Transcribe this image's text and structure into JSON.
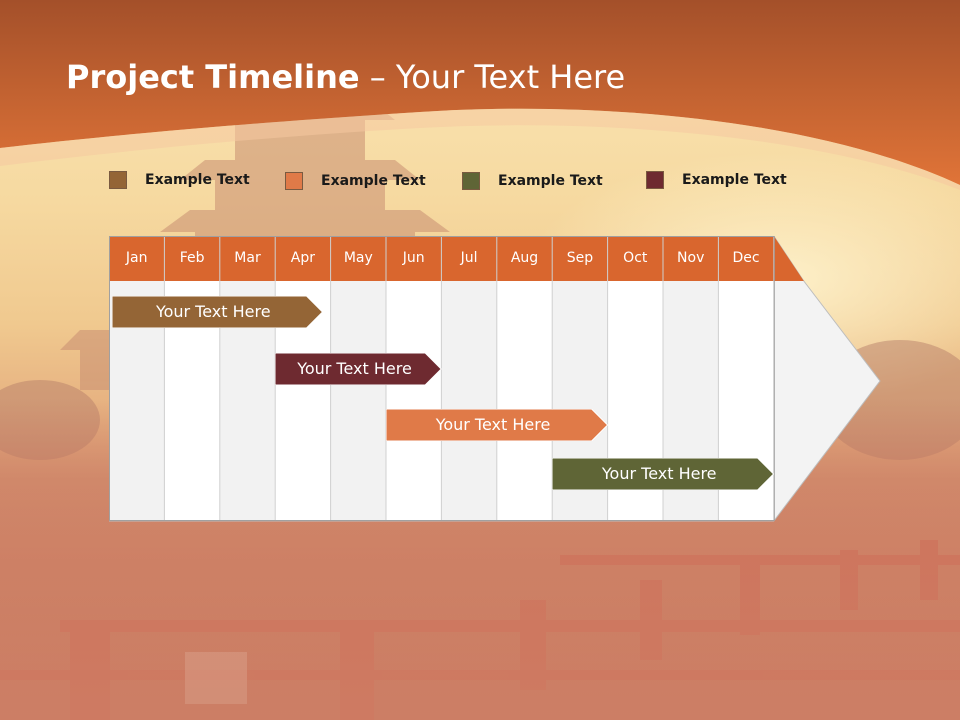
{
  "slide": {
    "title_bold": "Project Timeline",
    "title_rest": " – Your Text Here"
  },
  "colors": {
    "brown": "#946536",
    "orange": "#e07a48",
    "olive": "#5f6536",
    "maroon": "#6e2a30",
    "header_orange": "#d9662e",
    "grid_bg": "#f2f2f2"
  },
  "legend": [
    {
      "label": "Example Text",
      "color": "#946536"
    },
    {
      "label": "Example Text",
      "color": "#e07a48"
    },
    {
      "label": "Example Text",
      "color": "#5f6536"
    },
    {
      "label": "Example Text",
      "color": "#6e2a30"
    }
  ],
  "timeline": {
    "months": [
      "Jan",
      "Feb",
      "Mar",
      "Apr",
      "May",
      "Jun",
      "Jul",
      "Aug",
      "Sep",
      "Oct",
      "Nov",
      "Dec"
    ],
    "tasks": [
      {
        "label": "Your  Text Here",
        "start_month": 0.0,
        "end_month": 3.8,
        "color": "#946536"
      },
      {
        "label": "Your  Text Here",
        "start_month": 2.95,
        "end_month": 5.95,
        "color": "#6e2a30"
      },
      {
        "label": "Your  Text Here",
        "start_month": 4.95,
        "end_month": 8.95,
        "color": "#e07a48"
      },
      {
        "label": "Your  Text Here",
        "start_month": 7.95,
        "end_month": 11.95,
        "color": "#5f6536"
      }
    ]
  }
}
